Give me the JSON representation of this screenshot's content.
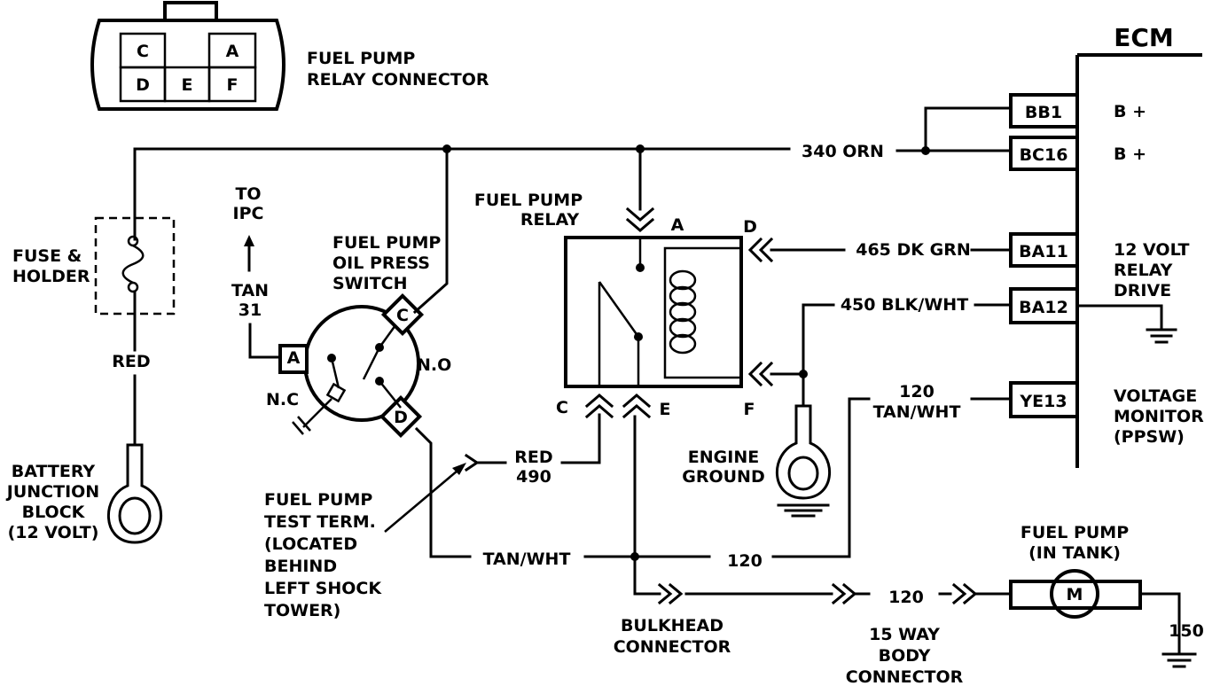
{
  "connector": {
    "pins": [
      "C",
      "A",
      "D",
      "E",
      "F"
    ],
    "label_line1": "FUEL PUMP",
    "label_line2": "RELAY CONNECTOR"
  },
  "ecm": {
    "title": "ECM",
    "terminals": [
      "BB1",
      "BC16",
      "BA11",
      "BA12",
      "YE13"
    ],
    "bplus_1": "B +",
    "bplus_2": "B +",
    "relay_drive": [
      "12 VOLT",
      "RELAY",
      "DRIVE"
    ],
    "voltage_monitor": [
      "VOLTAGE",
      "MONITOR",
      "(PPSW)"
    ]
  },
  "wires": {
    "orn": "340  ORN",
    "dk_grn": "465  DK GRN",
    "blk_wht": "450  BLK/WHT",
    "tan_wht_120": [
      "120",
      "TAN/WHT"
    ],
    "red": "RED",
    "red_490": [
      "RED",
      "490"
    ],
    "tan_wht": "TAN/WHT",
    "w120_bottom": "120",
    "w120_body": "120",
    "tan_31": [
      "TAN",
      "31"
    ],
    "w150": "150"
  },
  "relay": {
    "title": [
      "FUEL PUMP",
      "RELAY"
    ],
    "pins": [
      "A",
      "D",
      "C",
      "E",
      "F"
    ]
  },
  "switch": {
    "title": [
      "FUEL PUMP",
      "OIL PRESS",
      "SWITCH"
    ],
    "pins": [
      "A",
      "C",
      "D"
    ],
    "nc": "N.C",
    "no": "N.O"
  },
  "labels": {
    "to_ipc": [
      "TO",
      "IPC"
    ],
    "fuse": [
      "FUSE &",
      "HOLDER"
    ],
    "battery": [
      "BATTERY",
      "JUNCTION",
      "BLOCK",
      "(12 VOLT)"
    ],
    "test_term": [
      "FUEL PUMP",
      "TEST TERM.",
      "(LOCATED",
      "BEHIND",
      "LEFT SHOCK",
      "TOWER)"
    ],
    "engine_ground": [
      "ENGINE",
      "GROUND"
    ],
    "bulkhead": [
      "BULKHEAD",
      "CONNECTOR"
    ],
    "body_conn": [
      "15 WAY",
      "BODY",
      "CONNECTOR"
    ],
    "fuel_pump_tank": [
      "FUEL PUMP",
      "(IN TANK)"
    ],
    "motor": "M"
  }
}
